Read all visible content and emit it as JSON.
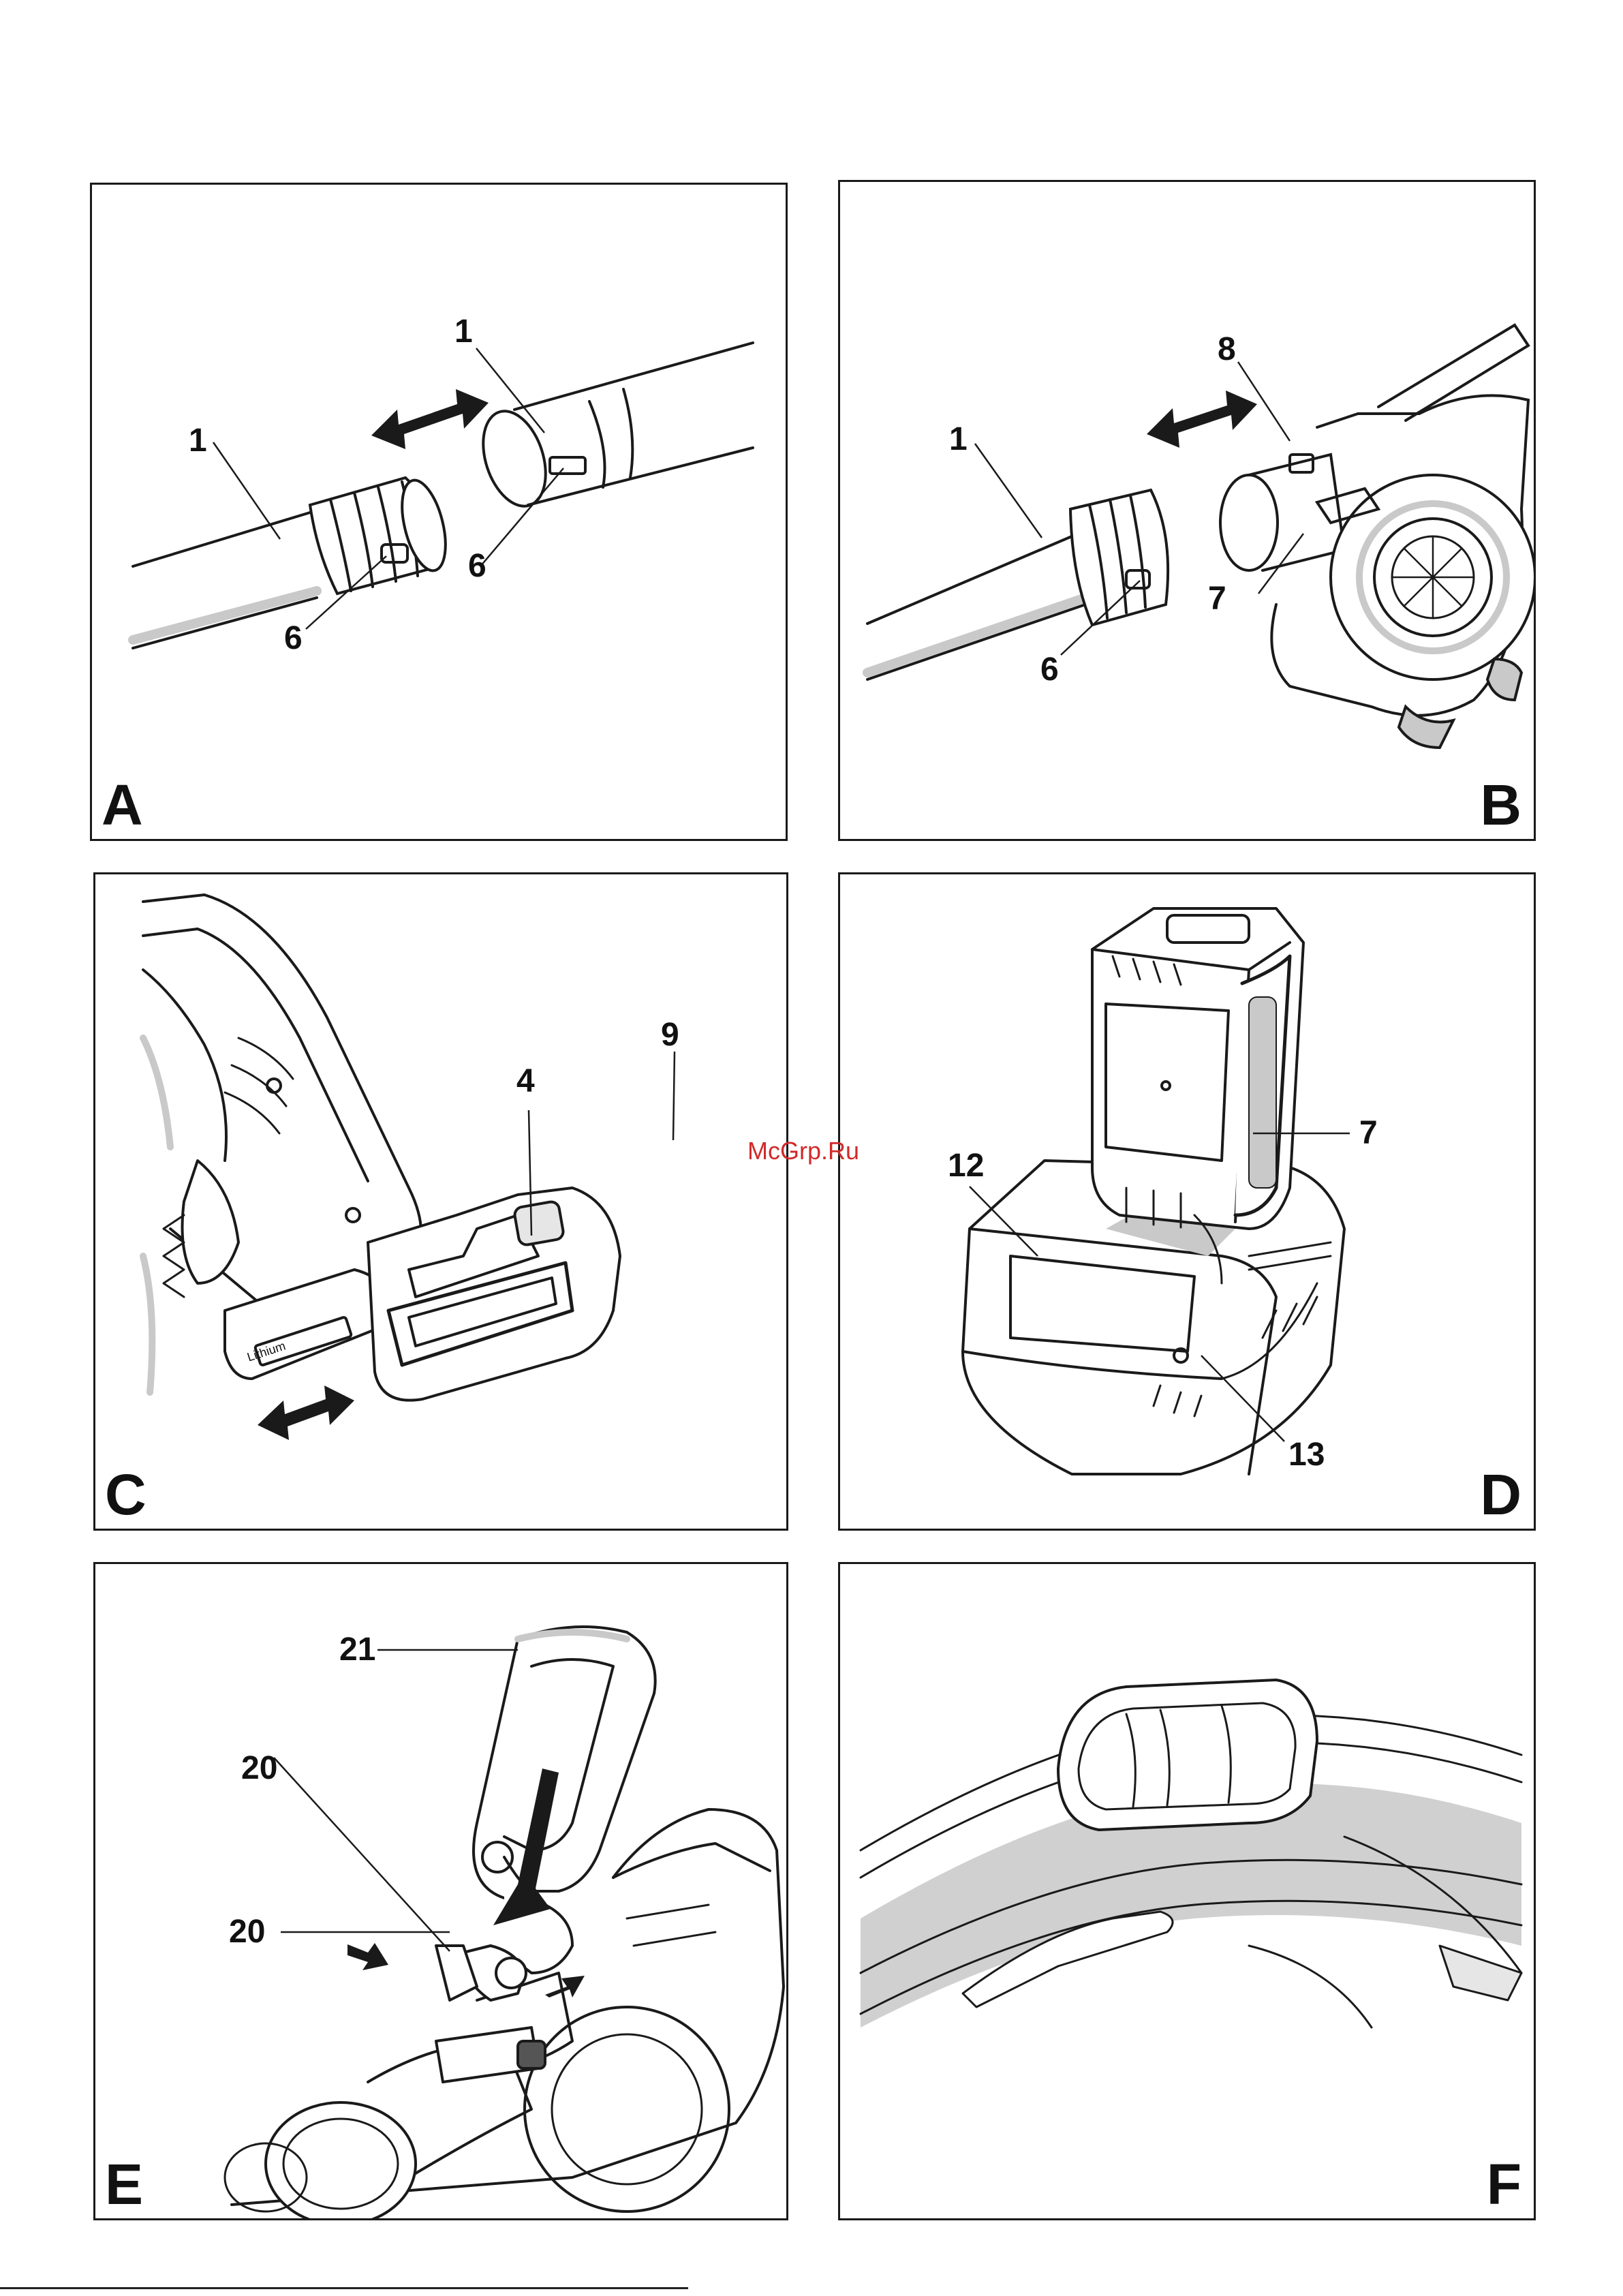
{
  "watermark": "McGrp.Ru",
  "panels": {
    "a": {
      "letter": "A",
      "callouts": [
        "1",
        "1",
        "6",
        "6"
      ]
    },
    "b": {
      "letter": "B",
      "callouts": [
        "8",
        "1",
        "7",
        "6"
      ]
    },
    "c": {
      "letter": "C",
      "callouts": [
        "9",
        "4"
      ],
      "battery_text": "Lithium"
    },
    "d": {
      "letter": "D",
      "callouts": [
        "7",
        "12",
        "13"
      ]
    },
    "e": {
      "letter": "E",
      "callouts": [
        "21",
        "20",
        "20"
      ]
    },
    "f": {
      "letter": "F"
    }
  },
  "colors": {
    "line": "#1a1a1a",
    "shade": "#c9c9c9",
    "watermark": "#d12a2a"
  }
}
